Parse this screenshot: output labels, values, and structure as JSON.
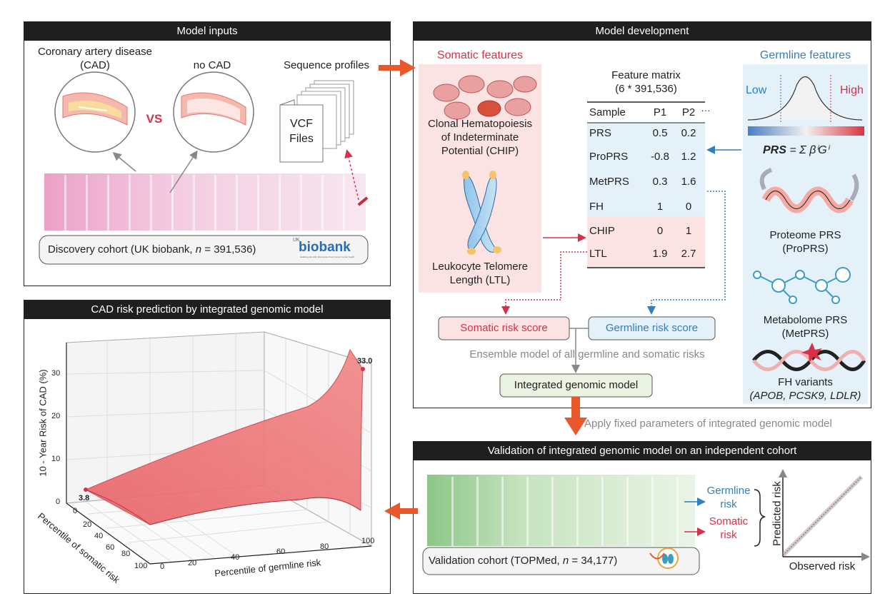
{
  "panels": {
    "model_inputs": {
      "title": "Model inputs",
      "cad_label_line1": "Coronary artery disease",
      "cad_label_line2": "(CAD)",
      "vs": "VS",
      "no_cad": "no CAD",
      "sequence_profiles": "Sequence profiles",
      "vcf_line1": "VCF",
      "vcf_line2": "Files",
      "cohort_prefix": "Discovery cohort  (UK biobank, ",
      "cohort_n": "n",
      "cohort_suffix": " = 391,536)",
      "biobank_uk": "UK",
      "biobank_logo": "biobank",
      "biobank_tagline": "Enabling scientific discoveries that improve human health"
    },
    "model_development": {
      "title": "Model development",
      "somatic_features": "Somatic features",
      "germline_features": "Germline features",
      "chip_line1": "Clonal Hematopoiesis",
      "chip_line2": "of Indeterminate",
      "chip_line3": "Potential (CHIP)",
      "ltl_line1": "Leukocyte Telomere",
      "ltl_line2": "Length (LTL)",
      "feature_matrix_line1": "Feature matrix",
      "feature_matrix_line2": "(6 * 391,536)",
      "table_headers": [
        "Sample",
        "P1",
        "P2",
        "···"
      ],
      "table_rows": [
        {
          "name": "PRS",
          "p1": "0.5",
          "p2": "0.2"
        },
        {
          "name": "ProPRS",
          "p1": "-0.8",
          "p2": "1.2"
        },
        {
          "name": "MetPRS",
          "p1": "0.3",
          "p2": "1.6"
        },
        {
          "name": "FH",
          "p1": "1",
          "p2": "0"
        },
        {
          "name": "CHIP",
          "p1": "0",
          "p2": "1"
        },
        {
          "name": "LTL",
          "p1": "1.9",
          "p2": "2.7"
        }
      ],
      "low": "Low",
      "high": "High",
      "prs_formula_lhs": "PRS",
      "prs_formula_rhs": "= Σ βⁱGⁱ",
      "proteome_line1": "Proteome PRS",
      "proteome_line2": "(ProPRS)",
      "metabolome_line1": "Metabolome PRS",
      "metabolome_line2": "(MetPRS)",
      "fh_line1": "FH variants",
      "fh_line2": "(APOB, PCSK9, LDLR)",
      "somatic_risk_score": "Somatic risk score",
      "germline_risk_score": "Germline risk score",
      "ensemble_text": "Ensemble model of  all germline and somatic risks",
      "integrated_model": "Integrated genomic model"
    },
    "apply_text": "Apply fixed parameters of integrated genomic model",
    "validation": {
      "title": "Validation of integrated genomic model on an independent cohort",
      "germline_risk_line1": "Germline",
      "germline_risk_line2": "risk",
      "somatic_risk_line1": "Somatic",
      "somatic_risk_line2": "risk",
      "cohort_prefix": "Validation cohort  (TOPMed, ",
      "cohort_n": "n",
      "cohort_suffix": " = 34,177)",
      "predicted_risk": "Predicted risk",
      "observed_risk": "Observed risk"
    },
    "cad_risk": {
      "title": "CAD risk prediction by integrated genomic model",
      "z_label": "10 - Year  Risk of CAD (%)",
      "x_label": "Percentile of germline risk",
      "y_label": "Percentile of somatic risk",
      "z_ticks": [
        "0",
        "10",
        "20",
        "30"
      ],
      "x_ticks": [
        "0",
        "20",
        "40",
        "60",
        "80",
        "100"
      ],
      "y_ticks": [
        "0",
        "20",
        "40",
        "60",
        "80",
        "100"
      ],
      "min_label": "3.8",
      "max_label": "33.0"
    }
  },
  "colors": {
    "header_bg": "#1f1f1f",
    "accent_orange": "#e8582a",
    "somatic_red": "#d9304a",
    "germline_blue": "#2f7fc1",
    "somatic_bg": "#fbe3e3",
    "germline_bg": "#e4f1f8",
    "surface_red": "#e85a5f",
    "integrated_bg": "#eaf3e2"
  }
}
